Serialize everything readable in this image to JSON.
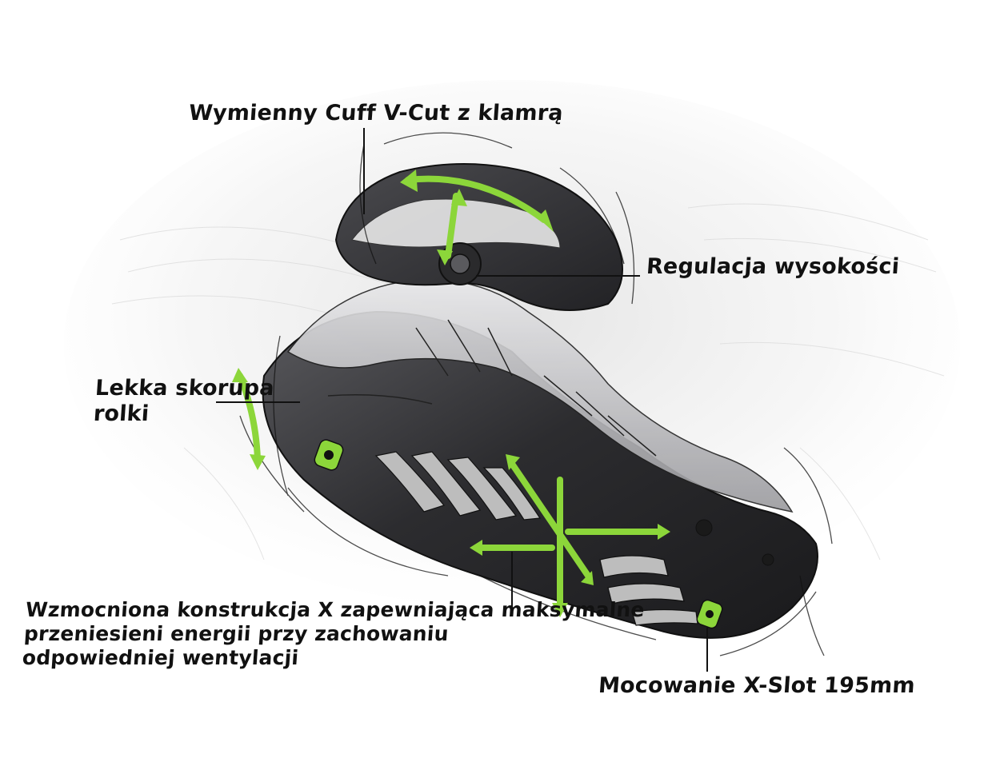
{
  "colors": {
    "accent": "#8cd63a",
    "ink": "#111111",
    "shell": "#3a3a3c"
  },
  "callouts": {
    "cuff": {
      "text": "Wymienny Cuff V-Cut z klamrą"
    },
    "height": {
      "text": "Regulacja wysokości"
    },
    "shell": {
      "line1": "Lekka skorupa",
      "line2": "rolki"
    },
    "x_frame": {
      "line1": "Wzmocniona konstrukcja X zapewniająca maksymalne",
      "line2": "przeniesieni energii przy zachowaniu",
      "line3": "odpowiedniej wentylacji"
    },
    "mount": {
      "text": "Mocowanie X-Slot 195mm"
    }
  }
}
